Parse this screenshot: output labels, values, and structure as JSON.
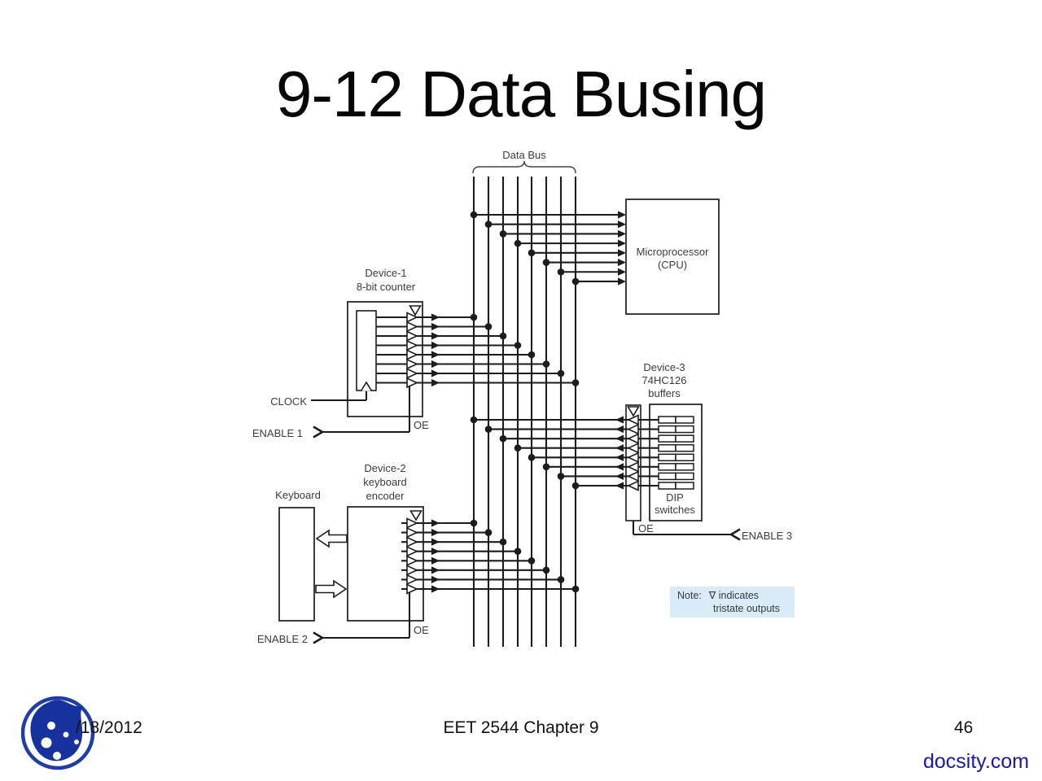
{
  "title": "9-12 Data Busing",
  "footer": {
    "date": "/18/2012",
    "course": "EET 2544 Chapter 9",
    "page": "46",
    "site": "docsity.com"
  },
  "diagram": {
    "bus": {
      "label": "Data Bus",
      "line_count": 8
    },
    "cpu": {
      "name": "Microprocessor",
      "sub": "(CPU)",
      "direction": "inputs from bus"
    },
    "device1": {
      "title": "Device-1",
      "subtitle": "8-bit counter",
      "clock_label": "CLOCK",
      "enable_label": "ENABLE 1",
      "oe_label": "OE",
      "direction": "tristate outputs drive bus"
    },
    "device2": {
      "title": "Device-2",
      "subtitle_1": "keyboard",
      "subtitle_2": "encoder",
      "keyboard_label": "Keyboard",
      "enable_label": "ENABLE 2",
      "oe_label": "OE",
      "direction": "tristate outputs drive bus"
    },
    "device3": {
      "title": "Device-3",
      "subtitle_1": "74HC126",
      "subtitle_2": "buffers",
      "dip_label_1": "DIP",
      "dip_label_2": "switches",
      "enable_label": "ENABLE 3",
      "oe_label": "OE",
      "direction": "tristate buffers drive bus from DIP switches"
    },
    "note": {
      "prefix": "Note:",
      "line1": "∇ indicates",
      "line2": "tristate outputs"
    },
    "icons": {
      "tristate_marker": "∇",
      "buffer": "open triangle (signal direction)",
      "connection": "filled dot on bus line",
      "enable_input": "open chevron arrow",
      "clock_input": "open up-triangle on register edge"
    }
  },
  "colors": {
    "line": "#1c1c1c",
    "text": "#3c3c3c",
    "note_bg": "#d9ebf7",
    "docsity_blue": "#1a17ad",
    "logo_blue": "#16329e"
  }
}
